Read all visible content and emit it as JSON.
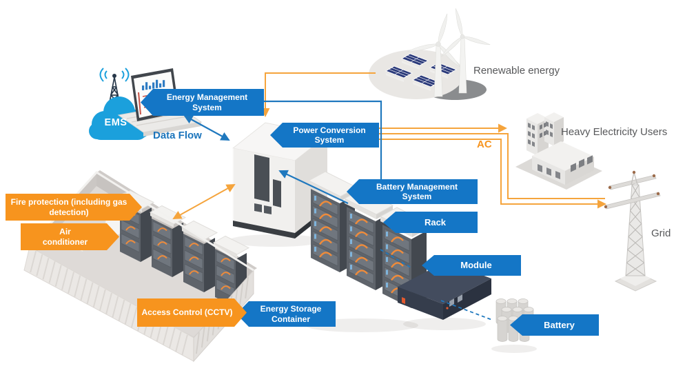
{
  "nodes": {
    "ems_badge": "EMS",
    "energy_management_system": "Energy Management System",
    "power_conversion_system": "Power Conversion System",
    "battery_management_system": "Battery Management System",
    "rack": "Rack",
    "module": "Module",
    "battery": "Battery",
    "energy_storage_container": "Energy Storage Container",
    "fire_protection": "Fire protection (including gas detection)",
    "air_conditioner": "Air conditioner",
    "access_control": "Access Control (CCTV)",
    "renewable_energy": "Renewable energy",
    "heavy_electricity_users": "Heavy Electricity Users",
    "grid": "Grid"
  },
  "annotations": {
    "data_flow": "Data Flow",
    "ac": "AC"
  },
  "colors": {
    "label_blue": "#1476C6",
    "label_orange": "#F7941E",
    "line_blue": "#1F78BE",
    "line_orange": "#F5A43C",
    "cloud_blue": "#1BA0DC",
    "text_gray": "#57585A"
  }
}
